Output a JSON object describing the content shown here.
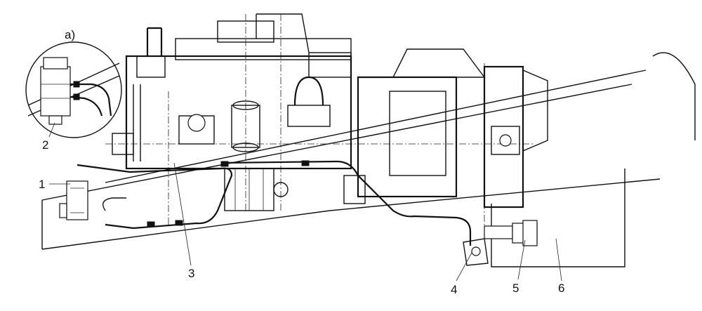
{
  "inset_label": "a)",
  "callouts": [
    "1",
    "2",
    "3",
    "4",
    "5",
    "6"
  ]
}
